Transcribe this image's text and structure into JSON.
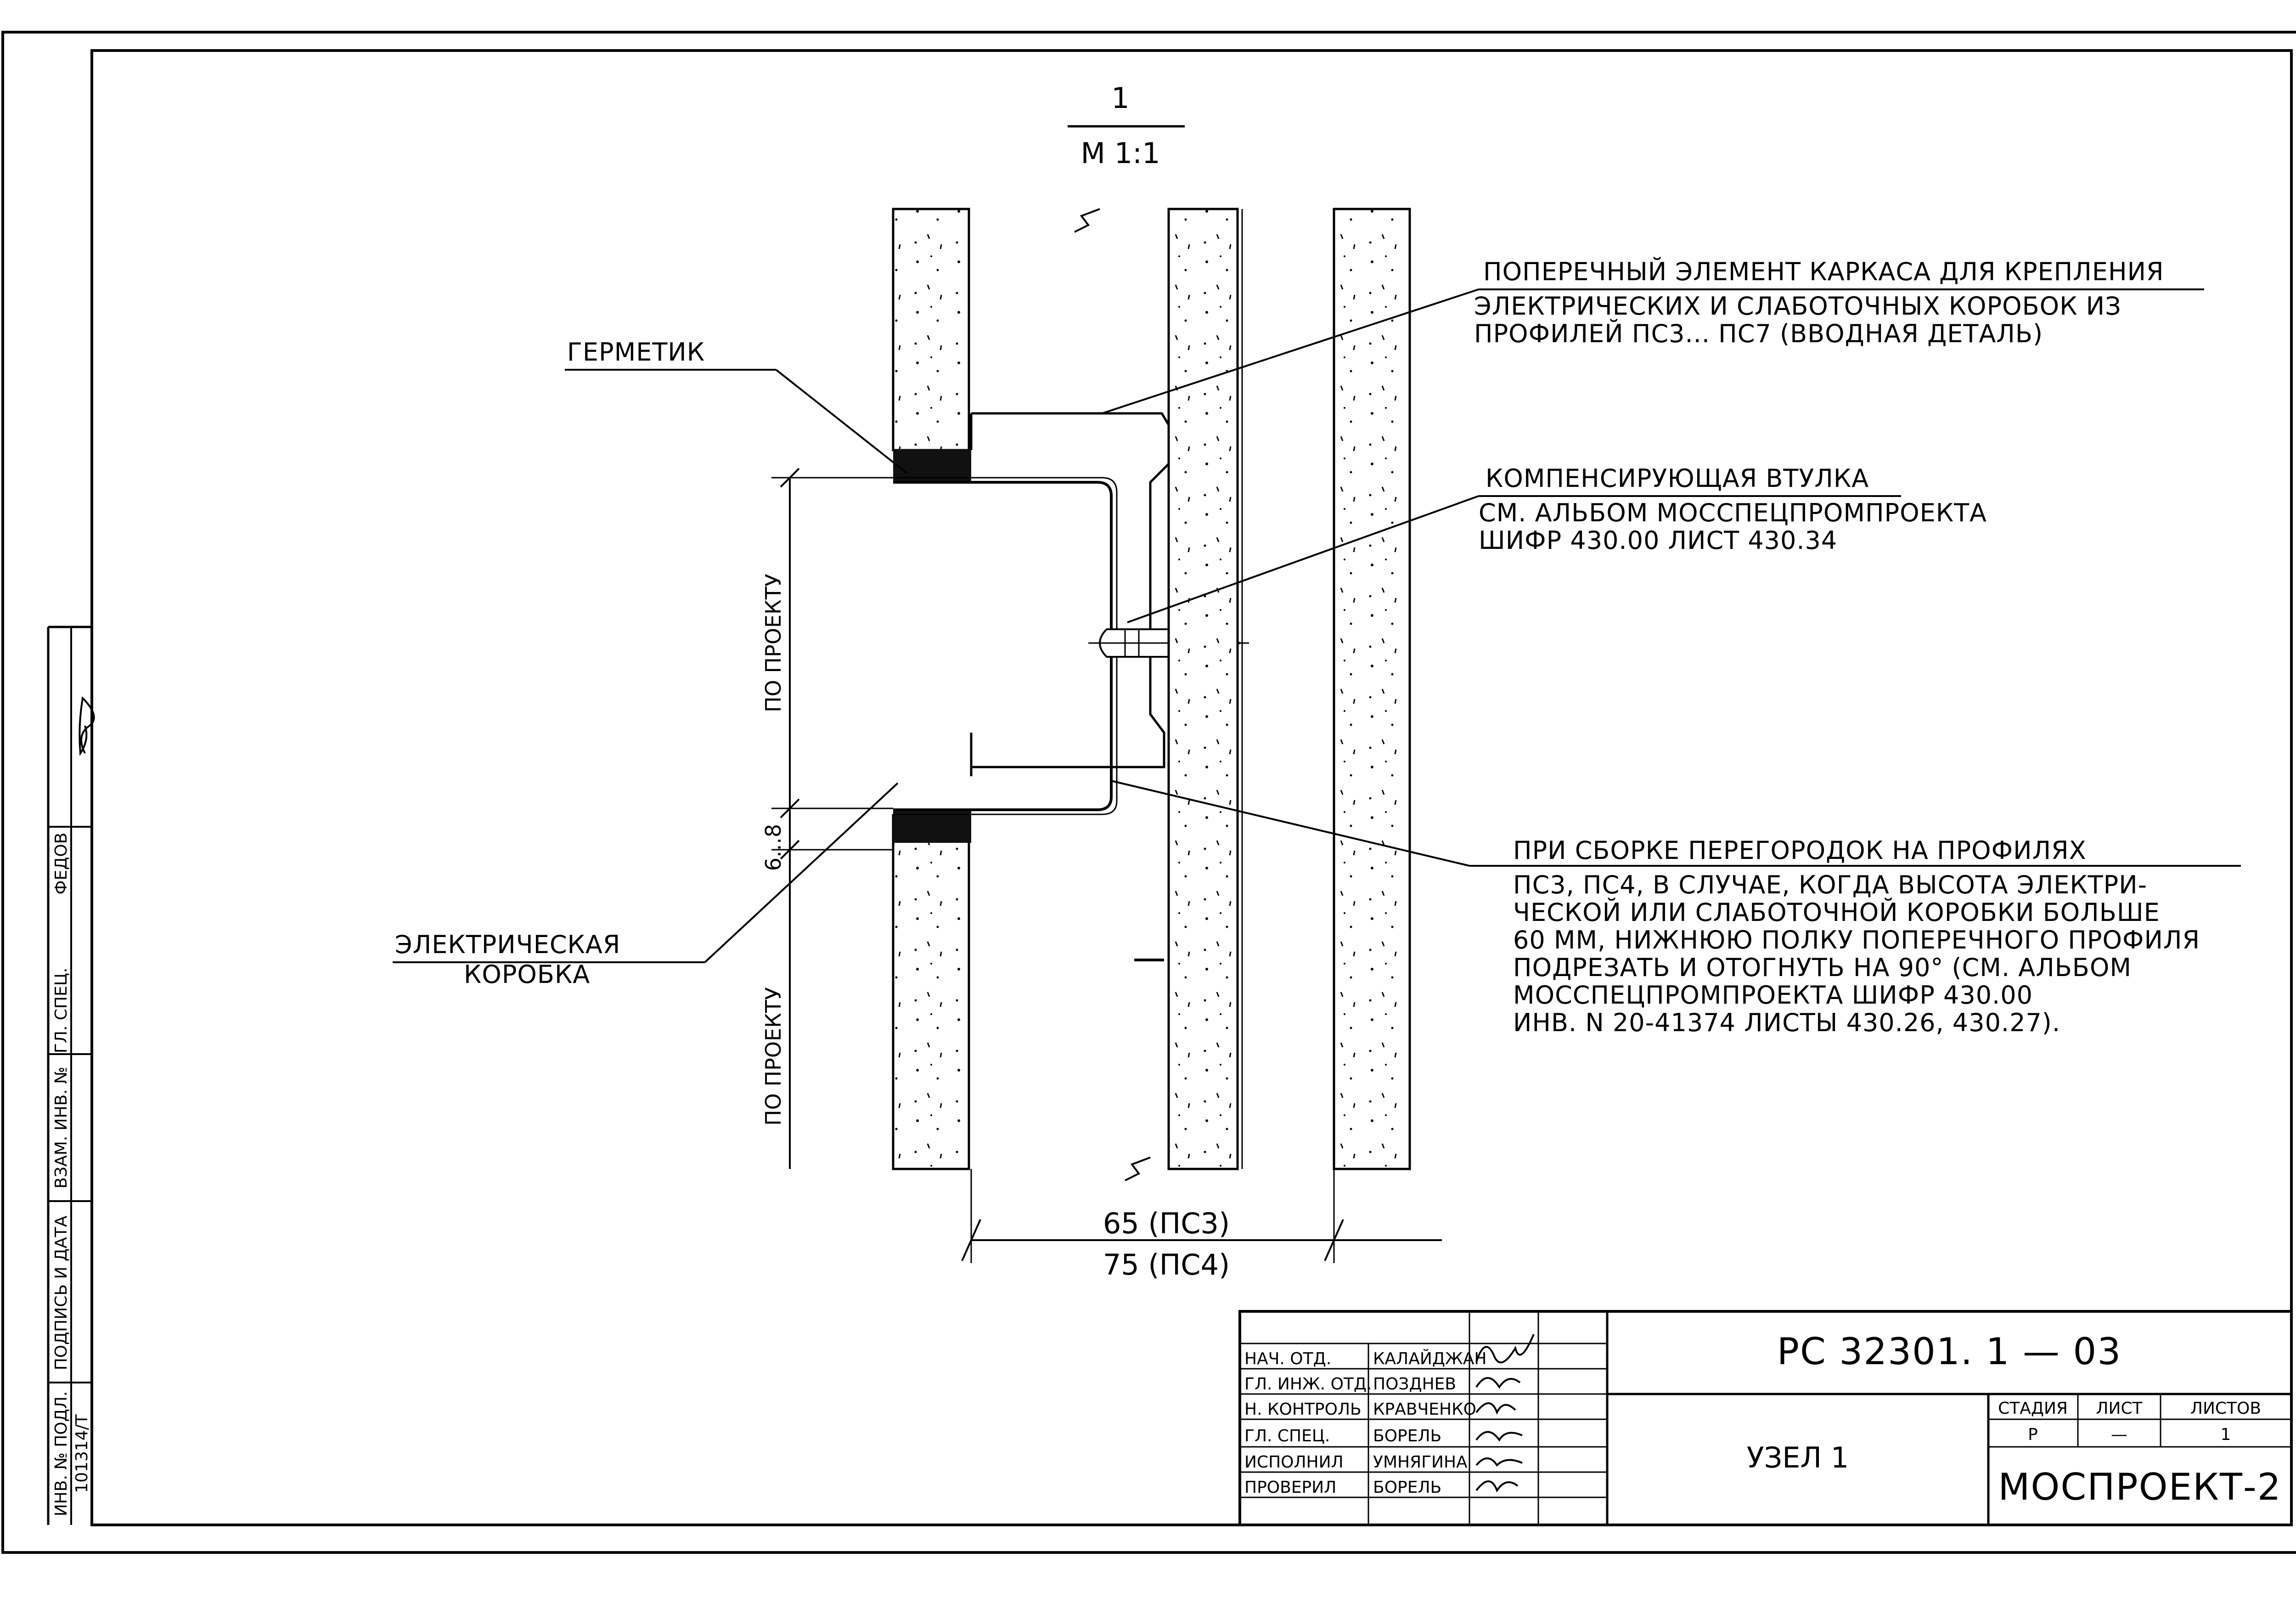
{
  "view": {
    "number": "1",
    "scale": "М 1:1"
  },
  "callouts": {
    "sealant": "ГЕРМЕТИК",
    "crossbar": [
      "ПОПЕРЕЧНЫЙ ЭЛЕМЕНТ КАРКАСА ДЛЯ КРЕПЛЕНИЯ",
      "ЭЛЕКТРИЧЕСКИХ И СЛАБОТОЧНЫХ КОРОБОК ИЗ",
      "ПРОФИЛЕЙ ПС3... ПС7 (ВВОДНАЯ ДЕТАЛЬ)"
    ],
    "bushing": [
      "КОМПЕНСИРУЮЩАЯ ВТУЛКА",
      "СМ. АЛЬБОМ МОССПЕЦПРОМПРОЕКТА",
      "ШИФР 430.00 ЛИСТ 430.34"
    ],
    "electrical_box": [
      "ЭЛЕКТРИЧЕСКАЯ",
      "КОРОБКА"
    ],
    "assembly_note": [
      "ПРИ СБОРКЕ ПЕРЕГОРОДОК НА ПРОФИЛЯХ",
      "ПС3, ПС4, В СЛУЧАЕ, КОГДА ВЫСОТА ЭЛЕКТРИ-",
      "ЧЕСКОЙ ИЛИ СЛАБОТОЧНОЙ КОРОБКИ БОЛЬШЕ",
      "60 ММ, НИЖНЮЮ ПОЛКУ ПОПЕРЕЧНОГО ПРОФИЛЯ",
      "ПОДРЕЗАТЬ И ОТОГНУТЬ НА 90° (СМ. АЛЬБОМ",
      "МОССПЕЦПРОМПРОЕКТА ШИФР 430.00",
      "ИНВ. N 20-41374 ЛИСТЫ 430.26, 430.27)."
    ]
  },
  "dimensions": {
    "upper": "ПО ПРОЕКТУ",
    "lower": "ПО ПРОЕКТУ",
    "gap": "6...8",
    "width_ps3": "65 (ПС3)",
    "width_ps4": "75 (ПС4)"
  },
  "side_stamp": {
    "inv_podl_label": "ИНВ. № ПОДЛ.",
    "inv_podl_value": "101314/Т",
    "sign_date_label": "ПОДПИСЬ И ДАТА",
    "vzam_label": "ВЗАМ. ИНВ. №",
    "gl_spec_label": "ГЛ. СПЕЦ.",
    "gl_spec_name": "ФЕДОВ"
  },
  "title_block": {
    "document_code": "РС 32301. 1 — 03",
    "sheet_title": "УЗЕЛ 1",
    "organization": "МОСПРОЕКТ-2",
    "stage_header": "СТАДИЯ",
    "sheet_header": "ЛИСТ",
    "sheets_header": "ЛИСТОВ",
    "stage_value": "Р",
    "sheet_value": "—",
    "sheets_value": "1",
    "staff": [
      {
        "role": "НАЧ. ОТД.",
        "name": "КАЛАЙДЖАН"
      },
      {
        "role": "ГЛ. ИНЖ. ОТД.",
        "name": "ПОЗДНЕВ"
      },
      {
        "role": "Н. КОНТРОЛЬ",
        "name": "КРАВЧЕНКО"
      },
      {
        "role": "ГЛ. СПЕЦ.",
        "name": "БОРЕЛЬ"
      },
      {
        "role": "ИСПОЛНИЛ",
        "name": "УМНЯГИНА"
      },
      {
        "role": "ПРОВЕРИЛ",
        "name": "БОРЕЛЬ"
      }
    ]
  }
}
